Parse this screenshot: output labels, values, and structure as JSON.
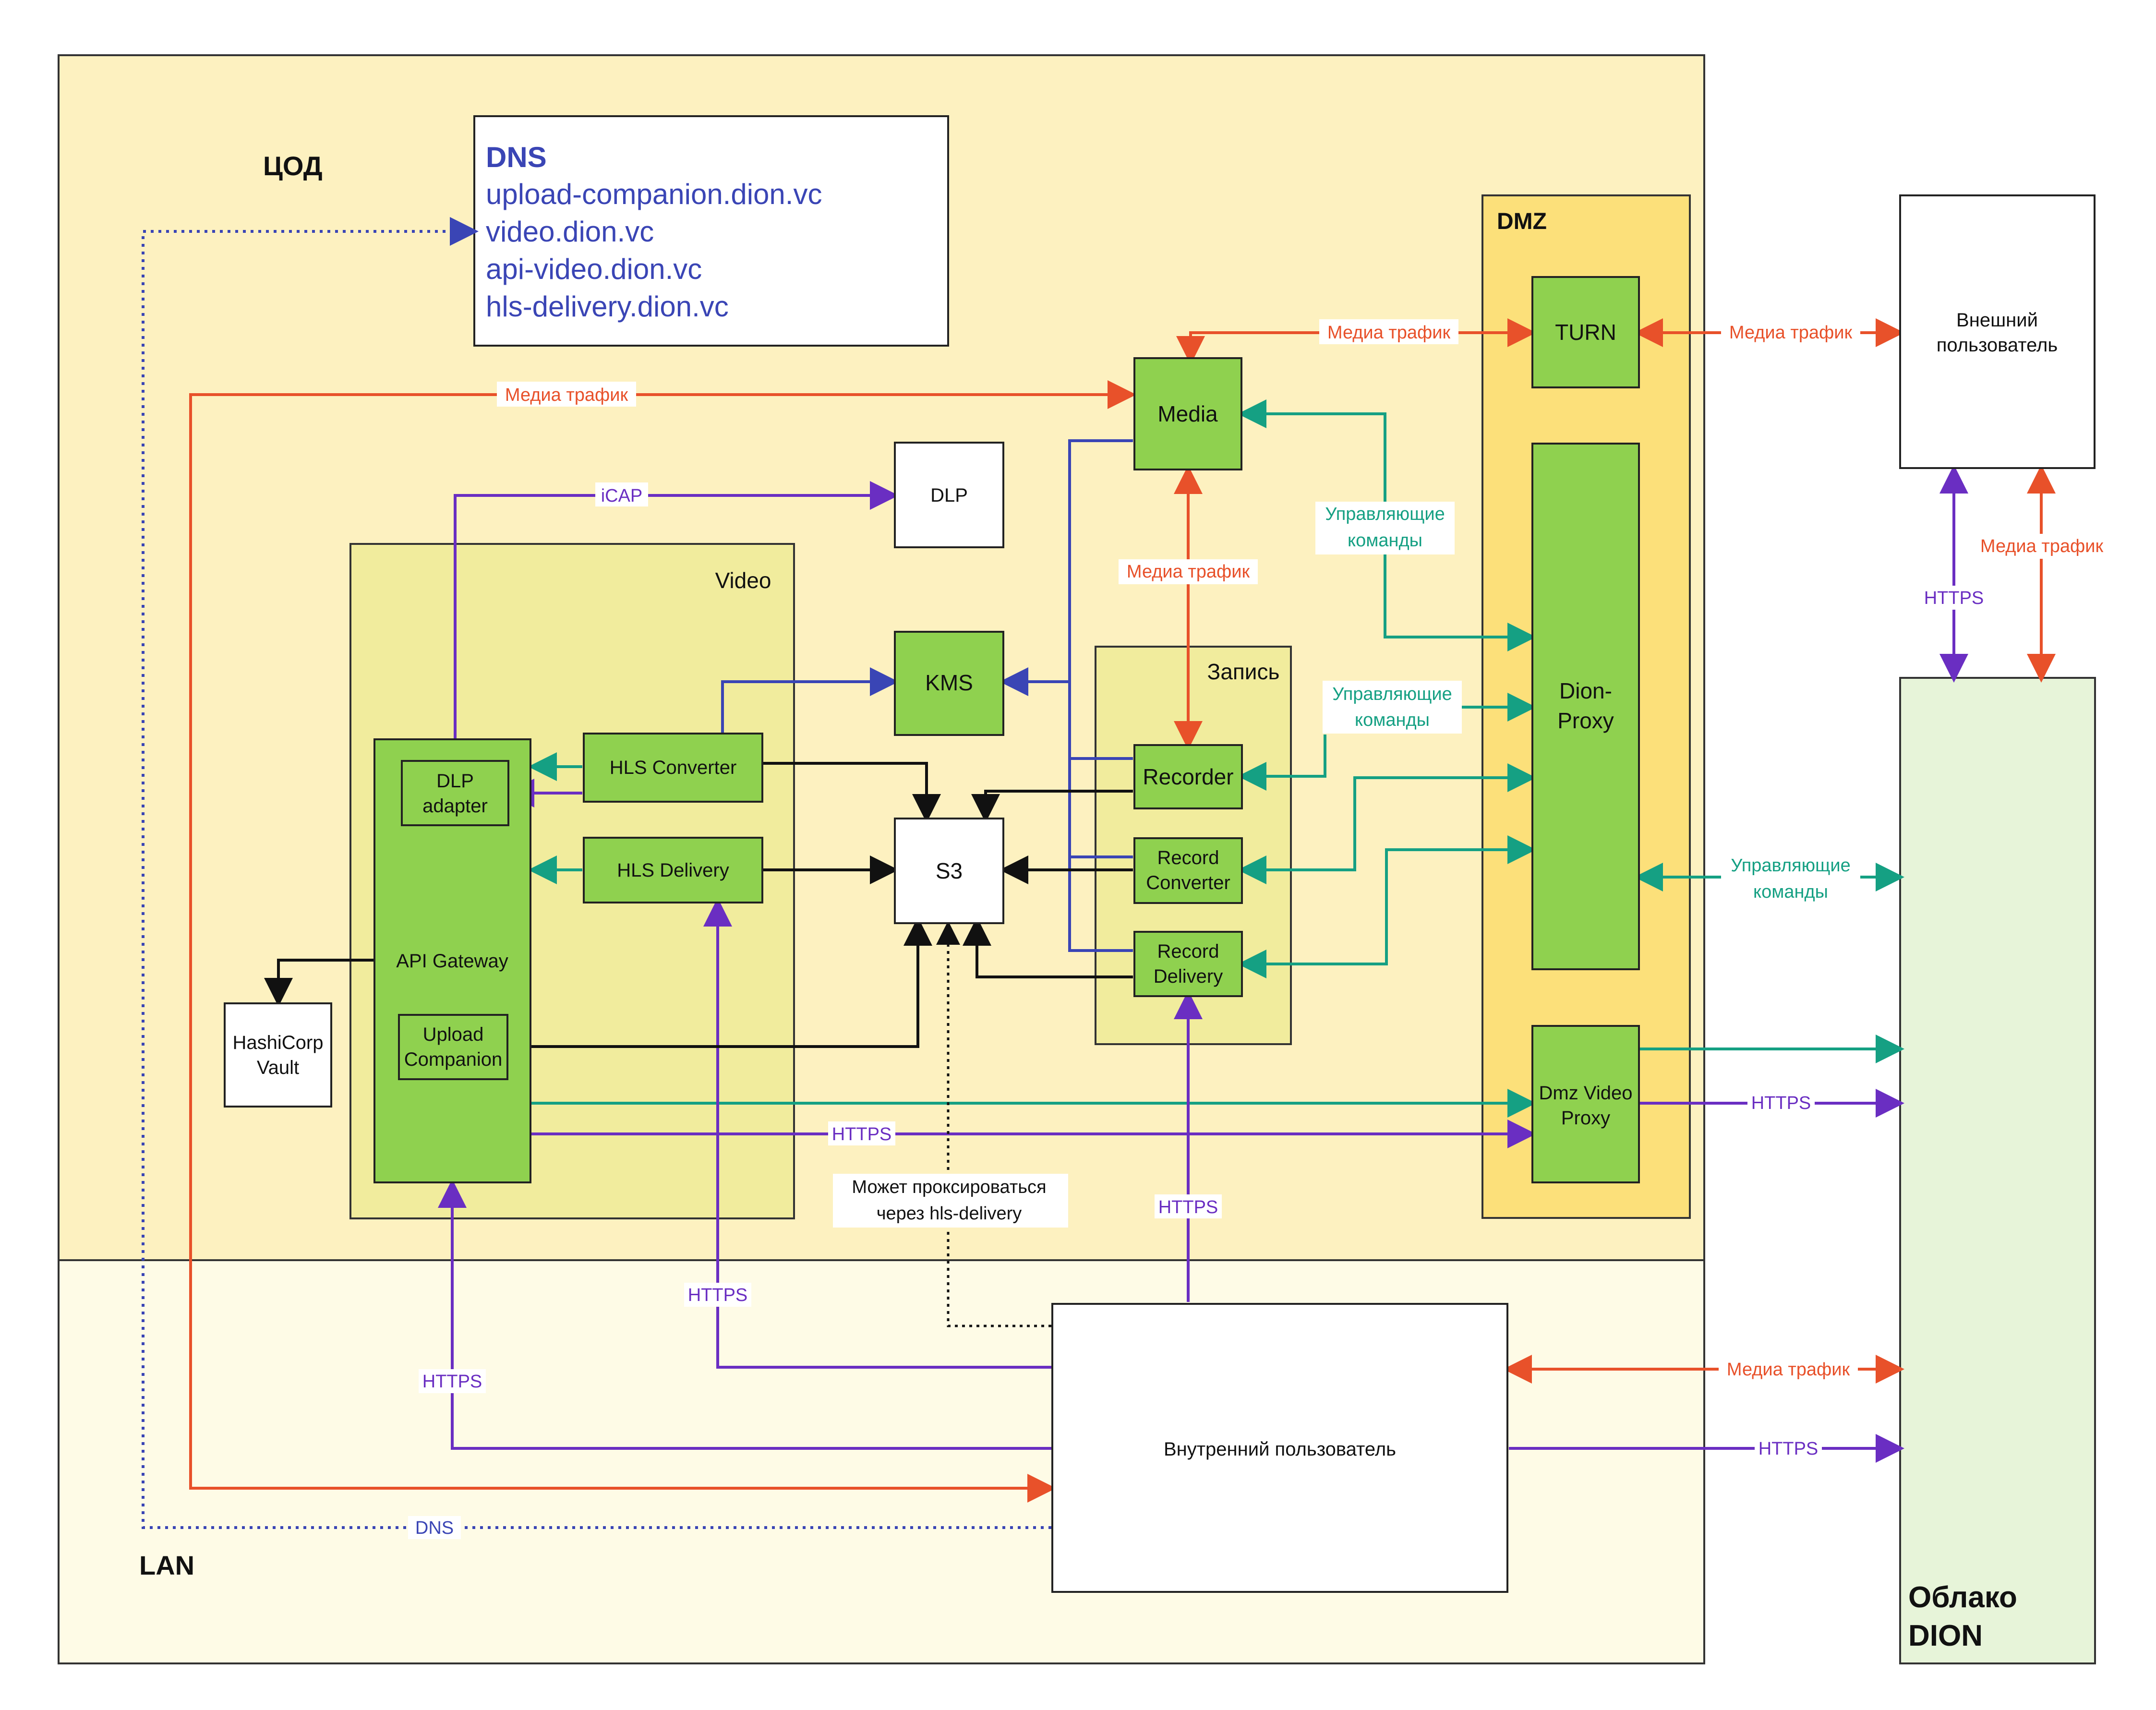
{
  "colors": {
    "tsod_zone": "#fdf1c0",
    "lan_zone": "#fefbe6",
    "dmz_zone": "#fce07a",
    "video_zone": "#f1ec9d",
    "record_zone": "#f1ec9d",
    "cloud_zone": "#e7f4d9",
    "component": "#8fd14f",
    "external": "#ffffff",
    "media": "#e8512a",
    "control": "#15a083",
    "https": "#6a2ec2",
    "dns": "#3a45b5",
    "storage": "#111111"
  },
  "zones": {
    "tsod": "ЦОД",
    "lan": "LAN",
    "dmz": "DMZ",
    "video": "Video",
    "record": "Запись",
    "cloud_line1": "Облако",
    "cloud_line2": "DION"
  },
  "dns_box": {
    "title": "DNS",
    "entries": [
      "upload-companion.dion.vc",
      "video.dion.vc",
      "api-video.dion.vc",
      "hls-delivery.dion.vc"
    ]
  },
  "nodes": {
    "media": "Media",
    "turn": "TURN",
    "dion_proxy_line1": "Dion-",
    "dion_proxy_line2": "Proxy",
    "dmz_video_proxy_line1": "Dmz Video",
    "dmz_video_proxy_line2": "Proxy",
    "external_user_line1": "Внешний",
    "external_user_line2": "пользователь",
    "internal_user": "Внутренний пользователь",
    "dlp": "DLP",
    "kms": "KMS",
    "s3": "S3",
    "recorder": "Recorder",
    "record_converter_line1": "Record",
    "record_converter_line2": "Converter",
    "record_delivery_line1": "Record",
    "record_delivery_line2": "Delivery",
    "hls_converter": "HLS Converter",
    "hls_delivery": "HLS Delivery",
    "dlp_adapter_line1": "DLP",
    "dlp_adapter_line2": "adapter",
    "api_gateway": "API Gateway",
    "upload_companion_line1": "Upload",
    "upload_companion_line2": "Companion",
    "vault_line1": "HashiCorp",
    "vault_line2": "Vault"
  },
  "edge_labels": {
    "media_traffic": "Медиа трафик",
    "control_line1": "Управляющие",
    "control_line2": "команды",
    "https": "HTTPS",
    "icap": "iCAP",
    "dns": "DNS",
    "proxy_note_line1": "Может проксироваться",
    "proxy_note_line2": "через hls-delivery"
  }
}
